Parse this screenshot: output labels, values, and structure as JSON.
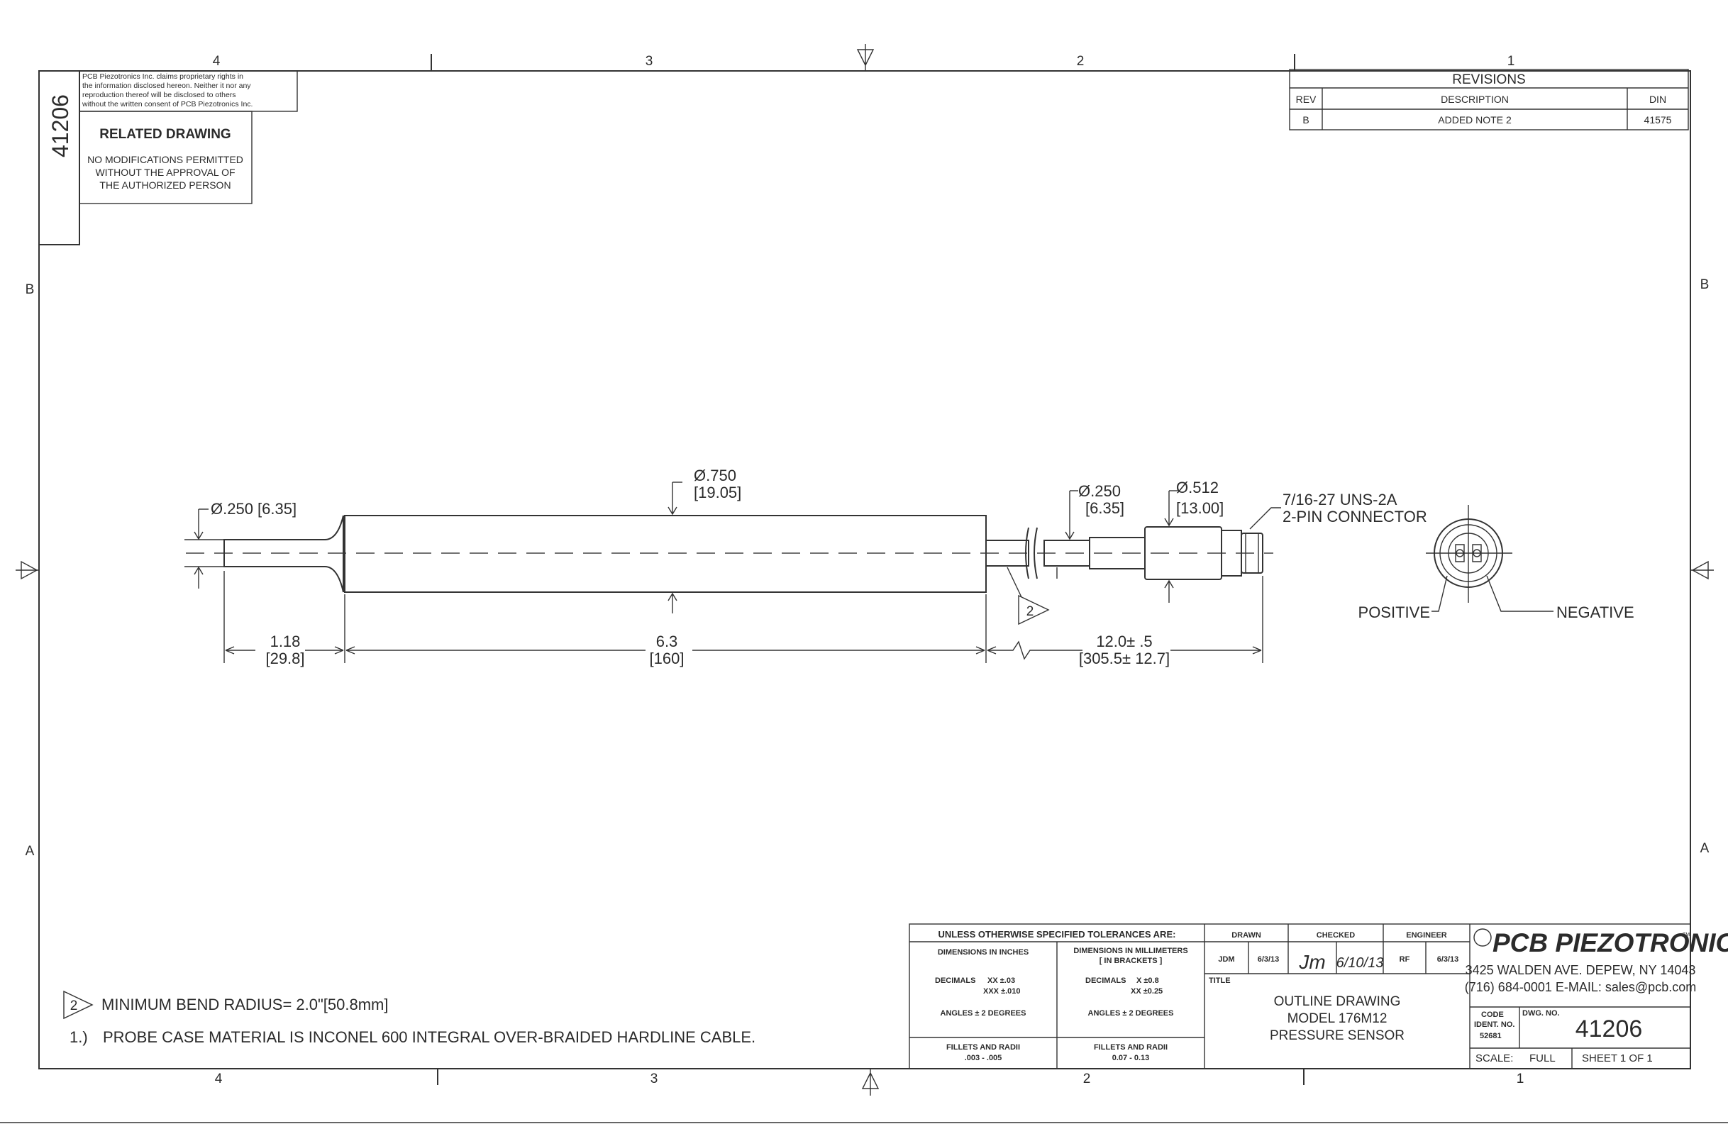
{
  "zones": {
    "top": [
      "4",
      "3",
      "2",
      "1"
    ],
    "bottom": [
      "4",
      "3",
      "2",
      "1"
    ],
    "rows": [
      "B",
      "A"
    ]
  },
  "vertical_dwg_no": "41206",
  "proprietary_notice": [
    "PCB Piezotronics Inc. claims proprietary rights in",
    "the information disclosed hereon.  Neither it nor any",
    "reproduction thereof will be disclosed to others",
    "without the written consent of PCB Piezotronics Inc."
  ],
  "related_drawing": {
    "title": "RELATED DRAWING",
    "lines": [
      "NO MODIFICATIONS PERMITTED",
      "WITHOUT THE APPROVAL OF",
      "THE AUTHORIZED PERSON"
    ]
  },
  "revisions": {
    "title": "REVISIONS",
    "headers": [
      "REV",
      "DESCRIPTION",
      "DIN"
    ],
    "rows": [
      [
        "B",
        "ADDED NOTE 2",
        "41575"
      ]
    ]
  },
  "dimensions": {
    "tip_dia": "Ø.250 [6.35]",
    "body_dia_in": "Ø.750",
    "body_dia_mm": "[19.05]",
    "cable_dia_in": "Ø.250",
    "cable_dia_mm": "[6.35]",
    "conn_dia_in": "Ø.512",
    "conn_dia_mm": "[13.00]",
    "thread_1": "7/16-27 UNS-2A",
    "thread_2": "2-PIN CONNECTOR",
    "tip_len_in": "1.18",
    "tip_len_mm": "[29.8]",
    "body_len_in": "6.3",
    "body_len_mm": "[160]",
    "cable_len_in": "12.0± .5",
    "cable_len_mm": "[305.5± 12.7]",
    "note_flag": "2"
  },
  "connector_view": {
    "positive": "POSITIVE",
    "negative": "NEGATIVE"
  },
  "notes": {
    "flag": "2",
    "note2": "MINIMUM BEND RADIUS= 2.0\"[50.8mm]",
    "note1_num": "1.)",
    "note1": "PROBE CASE MATERIAL IS INCONEL 600 INTEGRAL OVER-BRAIDED HARDLINE CABLE."
  },
  "tolerances": {
    "title": "UNLESS OTHERWISE SPECIFIED TOLERANCES ARE:",
    "inch_head": "DIMENSIONS  IN INCHES",
    "mm_head_1": "DIMENSIONS IN MILLIMETERS",
    "mm_head_2": "[ IN BRACKETS ]",
    "inch_dec_label": "DECIMALS",
    "inch_xx": "XX  ±.03",
    "inch_xxx": "XXX  ±.010",
    "mm_dec_label": "DECIMALS",
    "mm_x": "X  ±0.8",
    "mm_xx": "XX  ±0.25",
    "inch_angles": "ANGLES  ±  2 DEGREES",
    "mm_angles": "ANGLES  ±  2 DEGREES",
    "inch_fillets": "FILLETS AND RADII",
    "inch_fillets_val": ".003 - .005",
    "mm_fillets": "FILLETS AND RADII",
    "mm_fillets_val": "0.07 - 0.13"
  },
  "approvals": {
    "drawn_label": "DRAWN",
    "checked_label": "CHECKED",
    "engineer_label": "ENGINEER",
    "drawn_by": "JDM",
    "drawn_date": "6/3/13",
    "checked_sig": "Jm",
    "checked_date": "6/10/13",
    "engineer_by": "RF",
    "engineer_date": "6/3/13",
    "title_label": "TITLE",
    "title_1": "OUTLINE DRAWING",
    "title_2": "MODEL 176M12",
    "title_3": "PRESSURE SENSOR"
  },
  "company": {
    "logo": "PCB PIEZOTRONICS",
    "tm": "TM",
    "address": "3425 WALDEN AVE. DEPEW, NY 14043",
    "contact": "(716)  684-0001 E-MAIL:  sales@pcb.com",
    "code_label_1": "CODE",
    "code_label_2": "IDENT. NO.",
    "code": "52681",
    "dwg_label": "DWG. NO.",
    "dwg_no": "41206",
    "scale_label": "SCALE:",
    "scale": "FULL",
    "sheet": "SHEET    1  OF  1"
  }
}
